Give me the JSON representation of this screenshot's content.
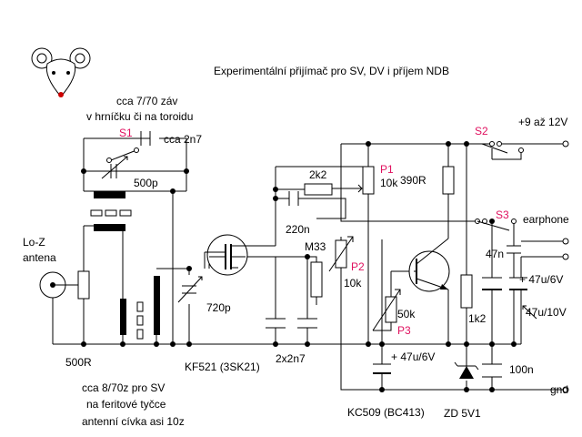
{
  "title": "Experimentální přijímač pro SV, DV i příjem NDB",
  "labels": {
    "coil_top_1": "cca 7/70 záv",
    "coil_top_2": "v hrníčku či na toroidu",
    "s1": "S1",
    "cap_2n7": "cca 2n7",
    "cap_500p": "500p",
    "r_2k2": "2k2",
    "p1": "P1",
    "p1_val": "10k",
    "r_390r": "390R",
    "s2": "S2",
    "supply": "+9 až 12V",
    "cap_220n": "220n",
    "s3": "S3",
    "earphone": "earphone",
    "r_m33": "M33",
    "p2": "P2",
    "p2_val": "10k",
    "cap_47n": "47n",
    "cap_47u_6v_right": "+ 47u/6V",
    "cap_47u_10v": "47u/10V",
    "antenna_1": "Lo-Z",
    "antenna_2": "antena",
    "cap_720p": "720p",
    "p3_val": "50k",
    "p3": "P3",
    "r_1k2": "1k2",
    "r_500r": "500R",
    "fet": "KF521 (3SK21)",
    "cap_2x2n7": "2x2n7",
    "cap_47u_6v_bottom": "+ 47u/6V",
    "cap_100n": "100n",
    "gnd": "gnd",
    "coil_bottom_1": "cca  8/70z pro SV",
    "coil_bottom_2": "na feritové tyčce",
    "coil_bottom_3": "antenní cívka asi 10z",
    "transistor": "KC509 (BC413)",
    "zener": "ZD 5V1"
  }
}
